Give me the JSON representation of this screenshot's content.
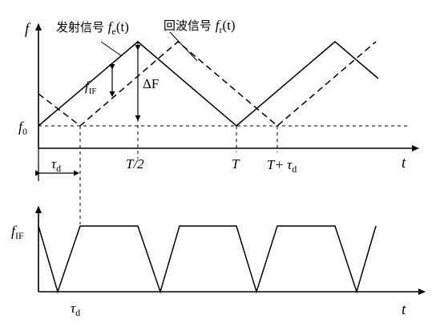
{
  "top_plot": {
    "y_axis_label": "f",
    "x_axis_label": "t",
    "f0_label": "f",
    "f0_sub": "0",
    "tx_signal": {
      "label": "发射信号 ",
      "func": "f",
      "sub": "e",
      "arg": "(t)"
    },
    "rx_signal": {
      "label": "回波信号 ",
      "func": "f",
      "sub": "r",
      "arg": "(t)"
    },
    "fif_label": "f",
    "fif_sub": "IF",
    "delta_f_label": "ΔF",
    "tau_label": "τ",
    "tau_sub": "d",
    "tick_half_period": "T/2",
    "tick_period": "T",
    "tick_period_plus_tau_main": "T+ τ",
    "tick_period_plus_tau_sub": "d"
  },
  "bottom_plot": {
    "y_axis_label": "f",
    "y_axis_sub": "IF",
    "x_axis_label": "t",
    "tau_label": "τ",
    "tau_sub": "d"
  }
}
